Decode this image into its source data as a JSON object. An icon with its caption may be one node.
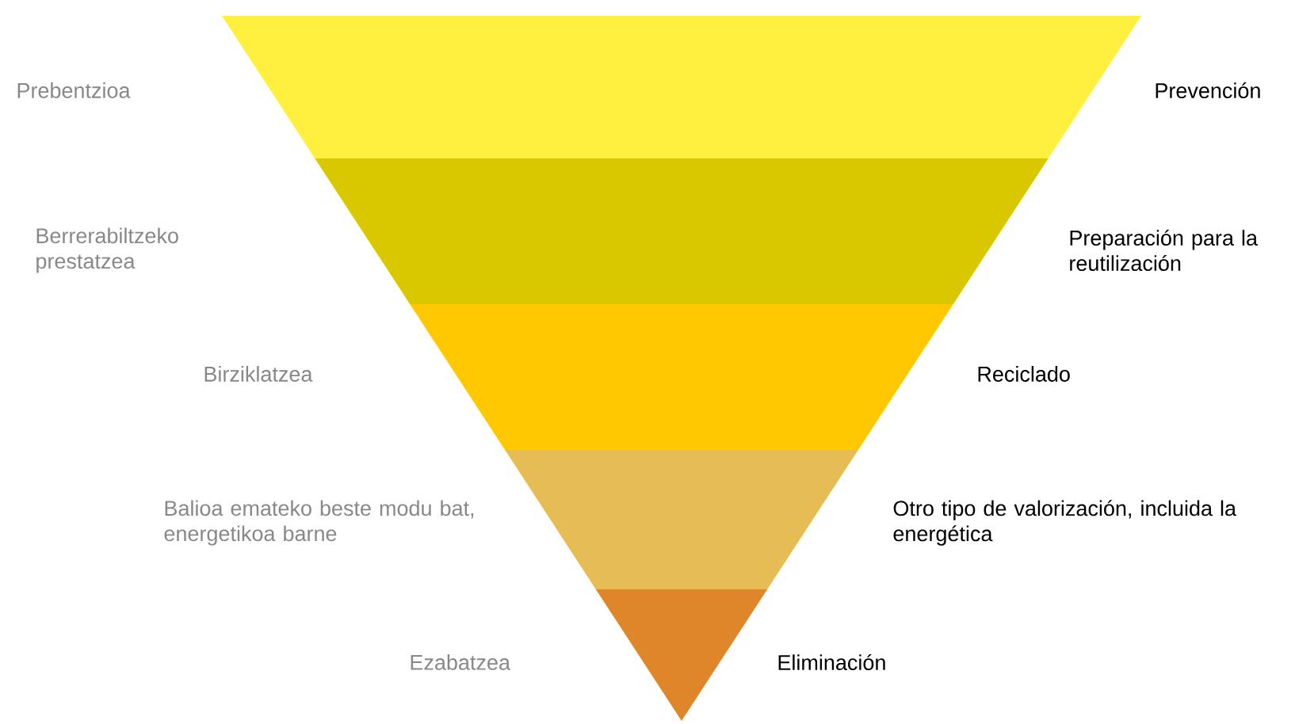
{
  "diagram": {
    "nodes": [
      {
        "text": [],
        "shape": "trapezoid",
        "beside": [
          "Prevención"
        ]
      },
      {
        "text": [],
        "shape": "trapezoid",
        "beside": [
          "Preparación para la reutilización"
        ]
      },
      {
        "text": [],
        "shape": "trapezoid",
        "beside": [
          "Reciclado"
        ]
      },
      {
        "text": [],
        "shape": "trapezoid",
        "beside": [
          "Otro tipo de valorización, incluida la energética"
        ]
      },
      {
        "text": [],
        "shape": "triangle",
        "beside": [
          "Eliminación"
        ]
      }
    ],
    "labels": [
      "Prebentzioa",
      "Berrerabiltzeko prestatzea",
      "Birziklatzea",
      "Balioa emateko beste modu bat, energetikoa barne",
      "Ezabatzea"
    ]
  }
}
